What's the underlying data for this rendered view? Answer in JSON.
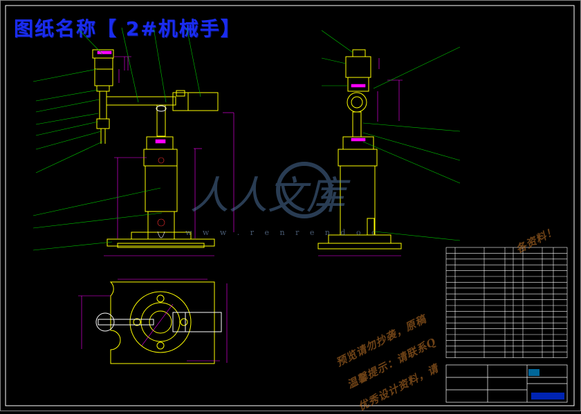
{
  "drawing": {
    "title": "图纸名称【 2#机械手】",
    "watermark_site": "w w w . r e n r e n d o c",
    "watermark_lines": [
      "预览请勿抄袭，原稿",
      "温馨提示：请联系Q",
      "优秀设计资料，请"
    ],
    "watermark_right": "各资料！",
    "watermark_logo": "人人文库"
  },
  "colors": {
    "background": "#000000",
    "frame": "#ffffff",
    "part": "#ffff00",
    "dimension": "#ff00ff",
    "leader": "#00cc00",
    "title": "#1a2cf0"
  }
}
